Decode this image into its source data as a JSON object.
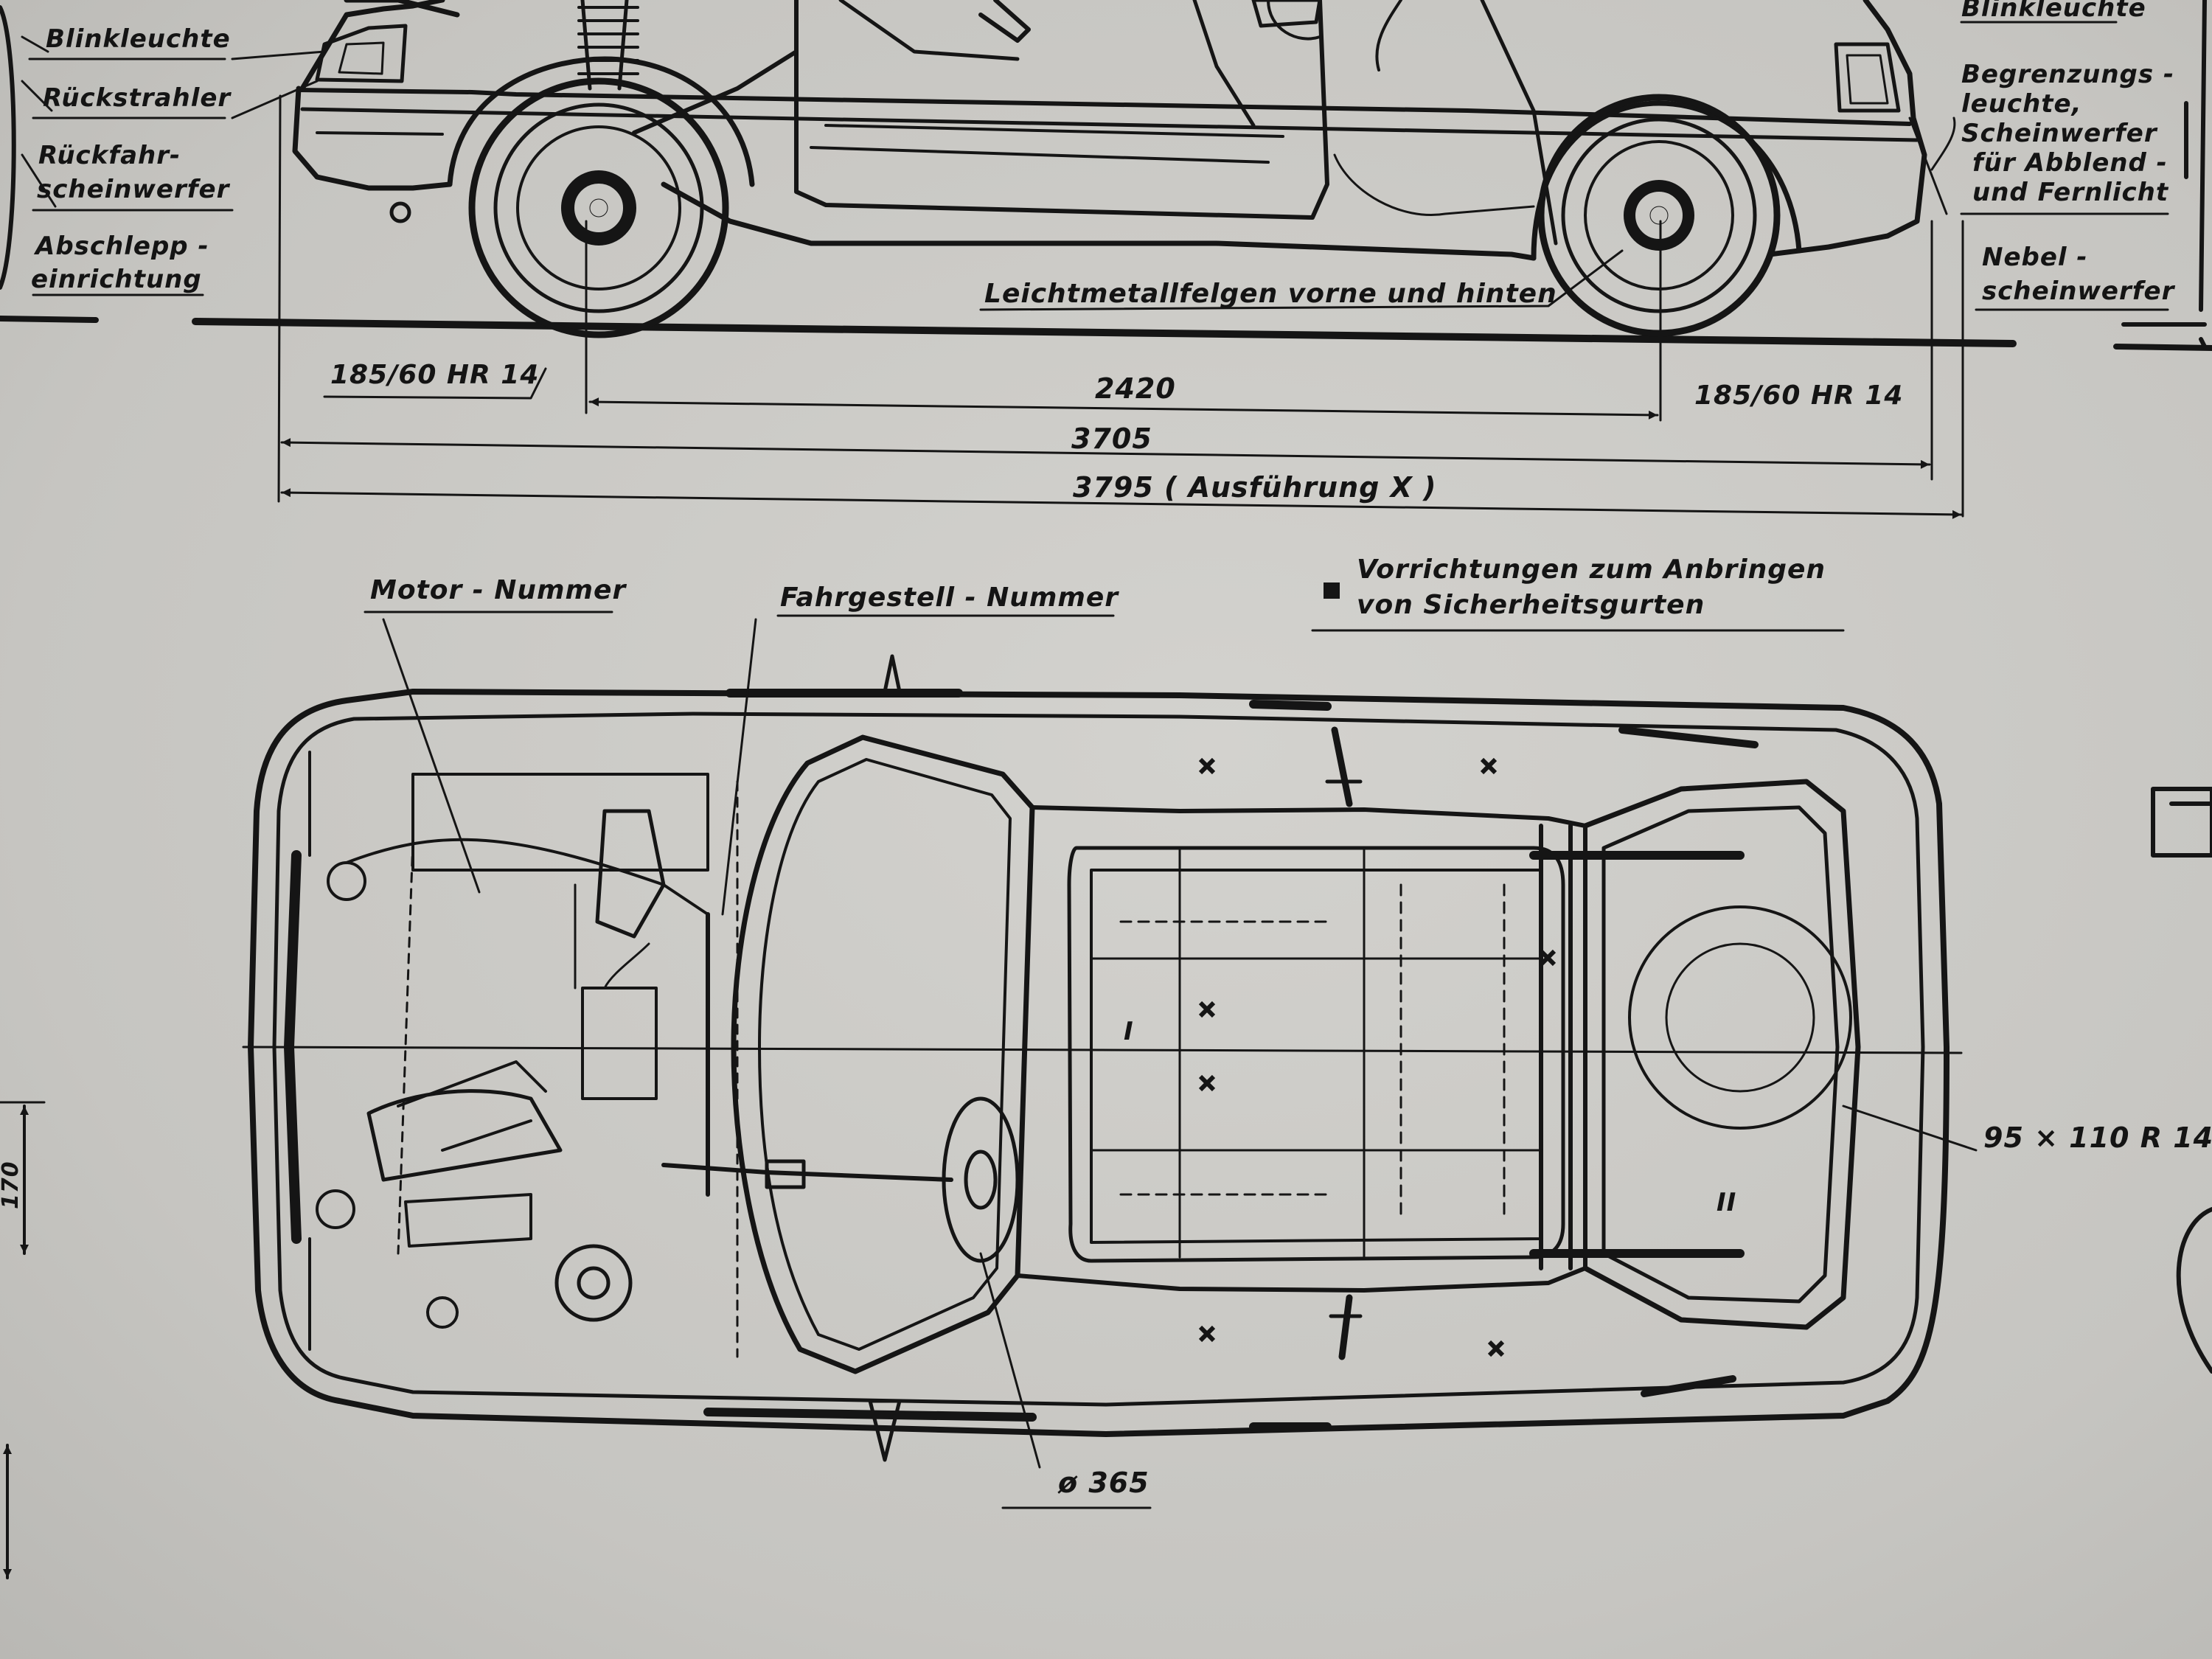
{
  "side_view": {
    "labels_left": [
      "Blinkleuchte",
      "Rückstrahler",
      "Rückfahr-",
      "scheinwerfer",
      "Abschlepp -",
      "einrichtung"
    ],
    "labels_right": [
      "Blinkleuchte",
      "Begrenzungs -",
      "leuchte,",
      "Scheinwerfer",
      "für Abblend -",
      "und Fernlicht",
      "Nebel -",
      "scheinwerfer"
    ],
    "rims_note": "Leichtmetallfelgen vorne und hinten"
  },
  "dimensions": {
    "tire_rear": "185/60 HR 14",
    "tire_front": "185/60 HR 14",
    "wheelbase": "2420",
    "length": "3705",
    "length_x": "3795 ( Ausführung X )"
  },
  "top_view": {
    "motor_number": "Motor - Nummer",
    "chassis_number": "Fahrgestell - Nummer",
    "seatbelt_line1": "Vorrichtungen zum Anbringen",
    "seatbelt_line2": "von Sicherheitsgurten",
    "spare_tire": "95 × 110 R 14",
    "steering_wheel": "ø 365",
    "seat_mark_1": "I",
    "seat_mark_2": "II",
    "side_height": "170"
  }
}
